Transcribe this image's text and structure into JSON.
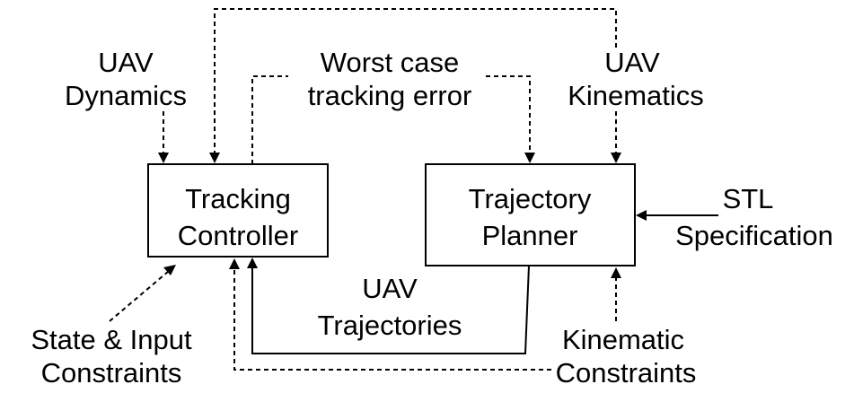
{
  "diagram": {
    "blocks": {
      "tracking_controller": [
        "Tracking",
        "Controller"
      ],
      "trajectory_planner": [
        "Trajectory",
        "Planner"
      ]
    },
    "labels": {
      "uav_dynamics": [
        "UAV",
        "Dynamics"
      ],
      "worst_case": [
        "Worst case",
        "tracking error"
      ],
      "uav_kinematics": [
        "UAV",
        "Kinematics"
      ],
      "stl_spec": [
        "STL",
        "Specification"
      ],
      "uav_trajectories": [
        "UAV",
        "Trajectories"
      ],
      "state_input": [
        "State & Input",
        "Constraints"
      ],
      "kinematic_constraints": [
        "Kinematic",
        "Constraints"
      ]
    }
  }
}
